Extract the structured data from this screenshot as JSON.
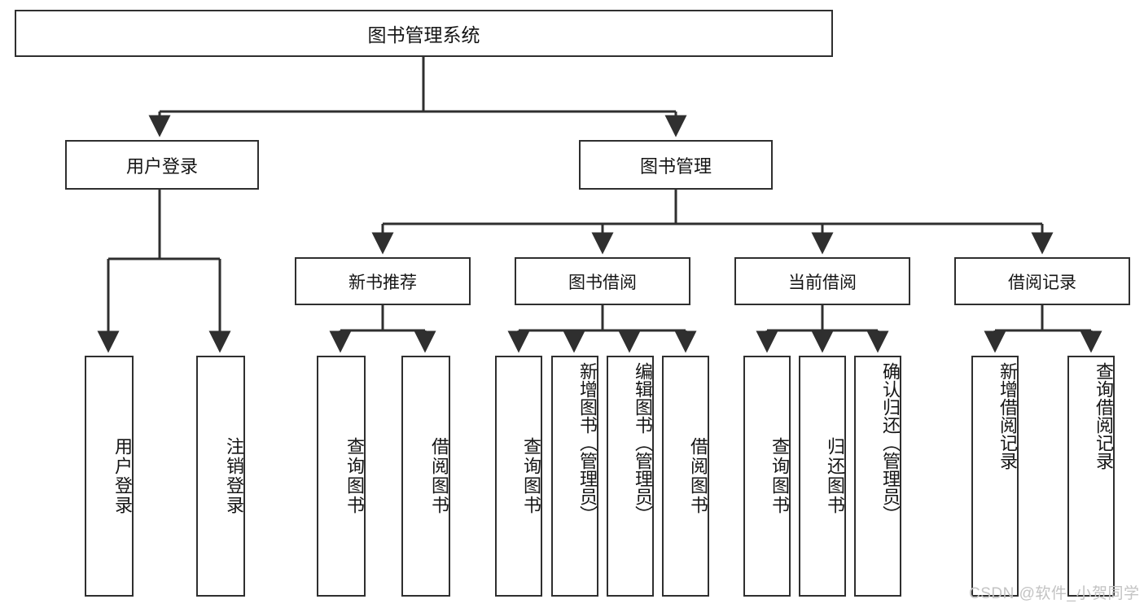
{
  "diagram": {
    "type": "tree",
    "title": "图书管理系统",
    "root": {
      "label": "图书管理系统"
    },
    "level2": [
      {
        "label": "用户登录"
      },
      {
        "label": "图书管理"
      }
    ],
    "level3": [
      {
        "label": "新书推荐"
      },
      {
        "label": "图书借阅"
      },
      {
        "label": "当前借阅"
      },
      {
        "label": "借阅记录"
      }
    ],
    "leaves": {
      "user_login": [
        {
          "label": "用户登录"
        },
        {
          "label": "注销登录"
        }
      ],
      "new_book_recommend": [
        {
          "label": "查询图书"
        },
        {
          "label": "借阅图书"
        }
      ],
      "book_borrow": [
        {
          "label": "查询图书"
        },
        {
          "label": "新增图书（管理员）"
        },
        {
          "label": "编辑图书（管理员）"
        },
        {
          "label": "借阅图书"
        }
      ],
      "current_borrow": [
        {
          "label": "查询图书"
        },
        {
          "label": "归还图书"
        },
        {
          "label": "确认归还（管理员）"
        }
      ],
      "borrow_record": [
        {
          "label": "新增借阅记录"
        },
        {
          "label": "查询借阅记录"
        }
      ]
    }
  },
  "watermark": {
    "text": "CSDN @软件_小贺同学"
  },
  "colors": {
    "border": "#2f2f2f",
    "background": "#ffffff",
    "text": "#151515",
    "watermark": "#c3c3c3"
  }
}
